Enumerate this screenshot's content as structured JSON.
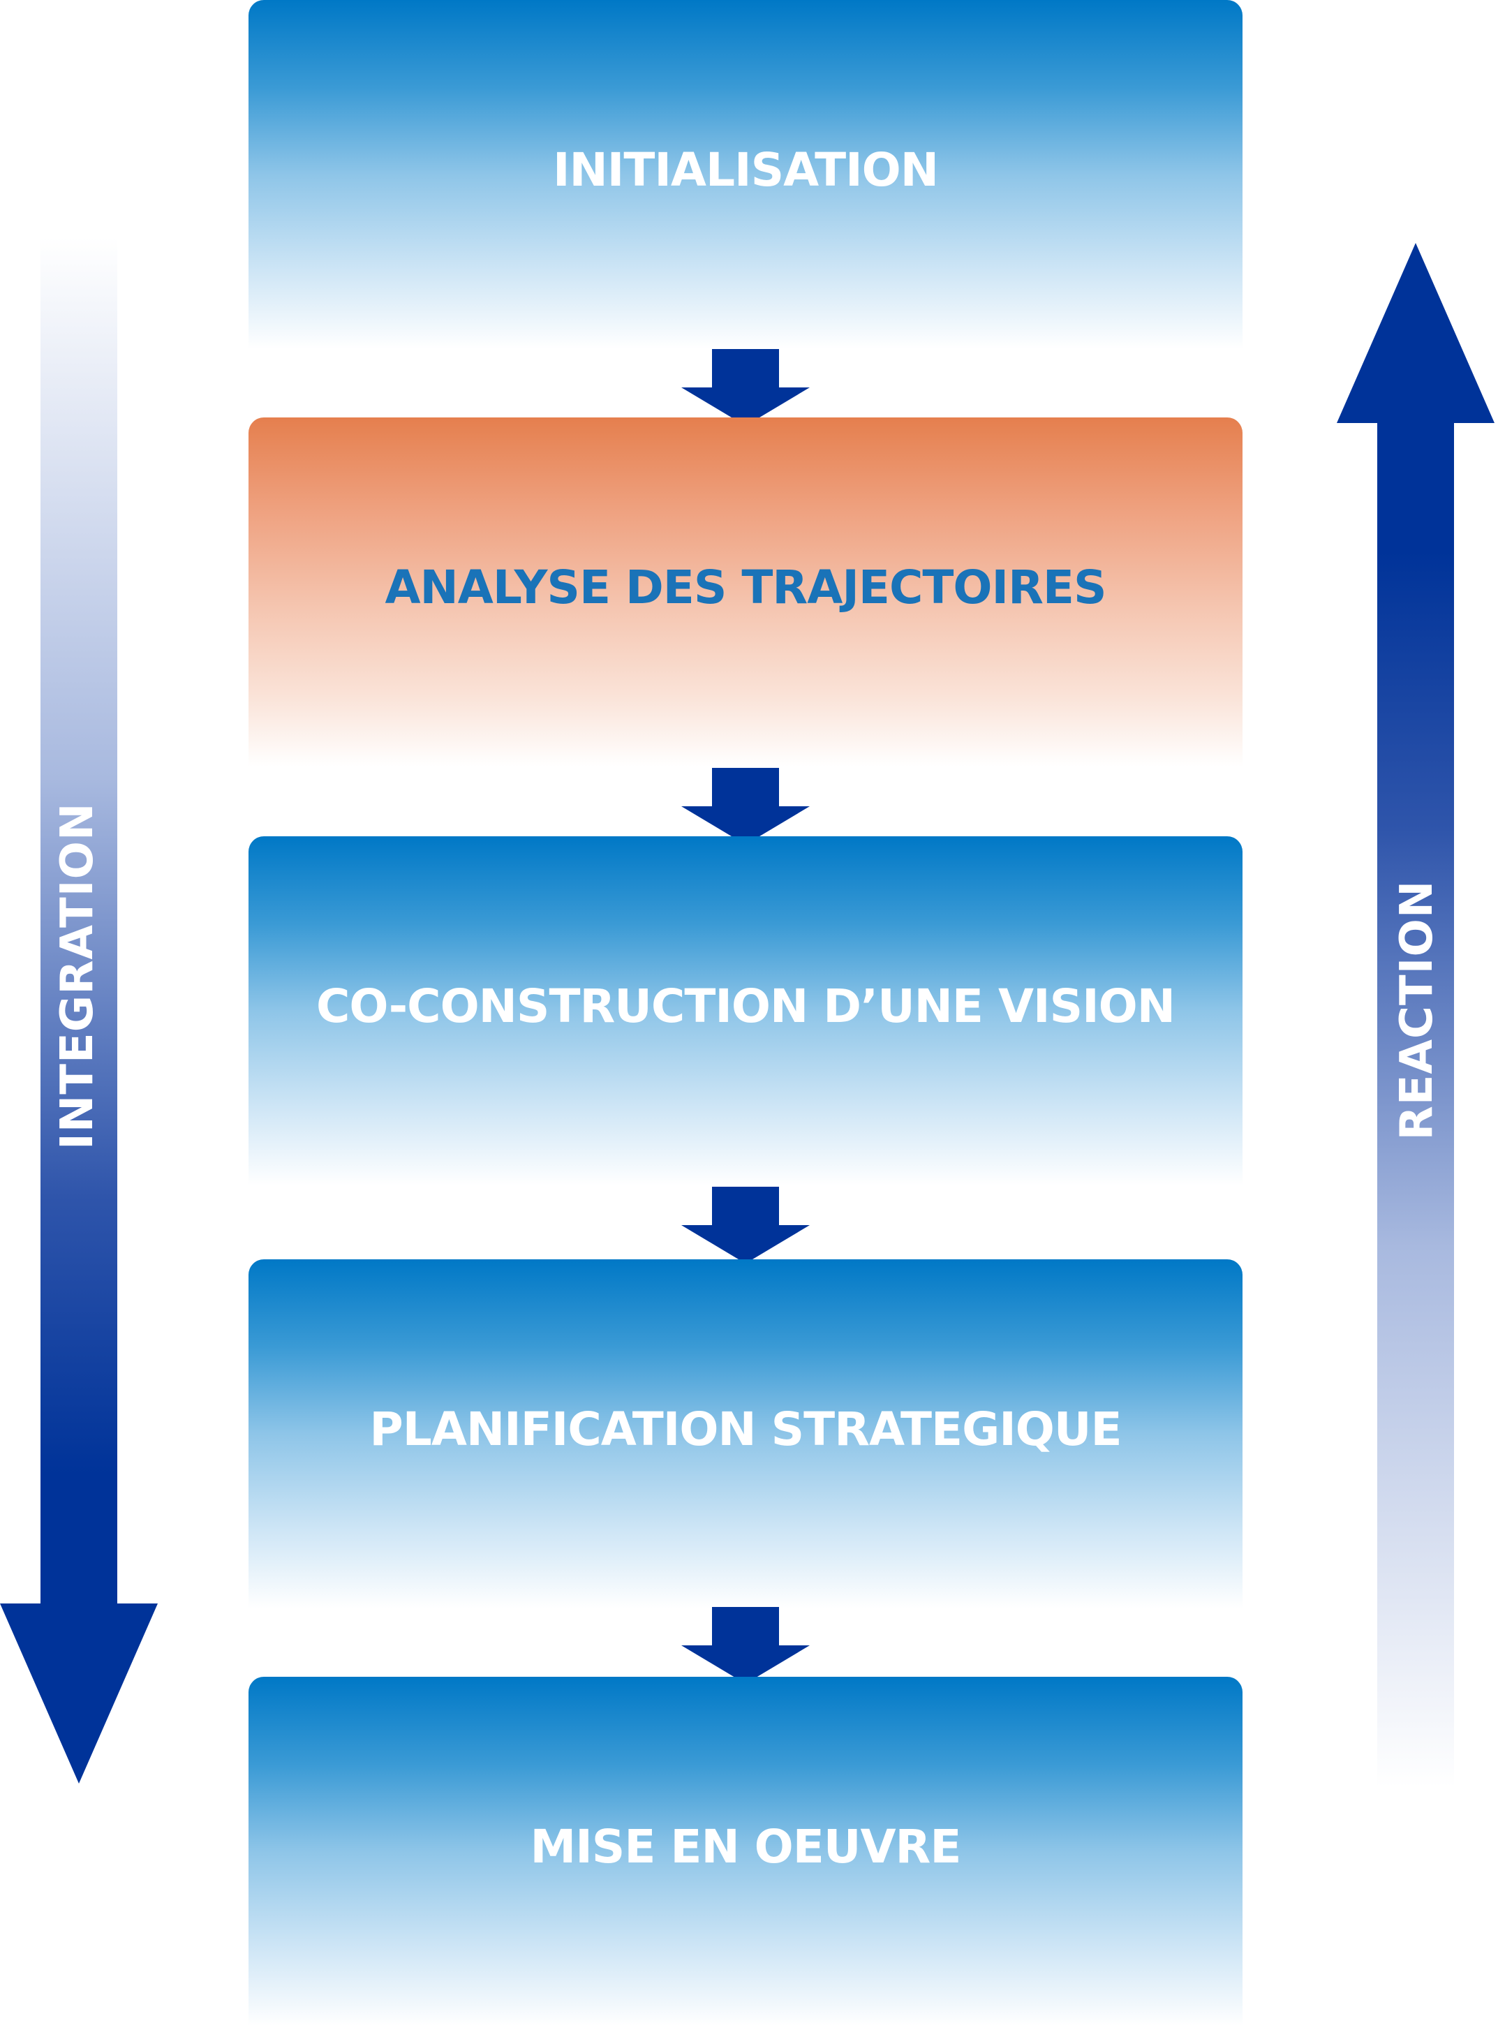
{
  "steps": [
    {
      "label": "INITIALISATION",
      "style": "blue"
    },
    {
      "label": "ANALYSE DES TRAJECTOIRES",
      "style": "orange"
    },
    {
      "label": "CO-CONSTRUCTION D’UNE VISION",
      "style": "blue"
    },
    {
      "label": "PLANIFICATION STRATEGIQUE",
      "style": "blue"
    },
    {
      "label": "MISE EN OEUVRE",
      "style": "blue"
    }
  ],
  "left_arrow": {
    "label": "INTEGRATION",
    "direction": "down"
  },
  "right_arrow": {
    "label": "REACTION",
    "direction": "up"
  },
  "colors": {
    "step_blue_top": "#0078c6",
    "step_orange_top": "#e57f4e",
    "arrow_navy": "#003399",
    "highlight_text": "#1a73b8",
    "label_white": "#ffffff"
  }
}
